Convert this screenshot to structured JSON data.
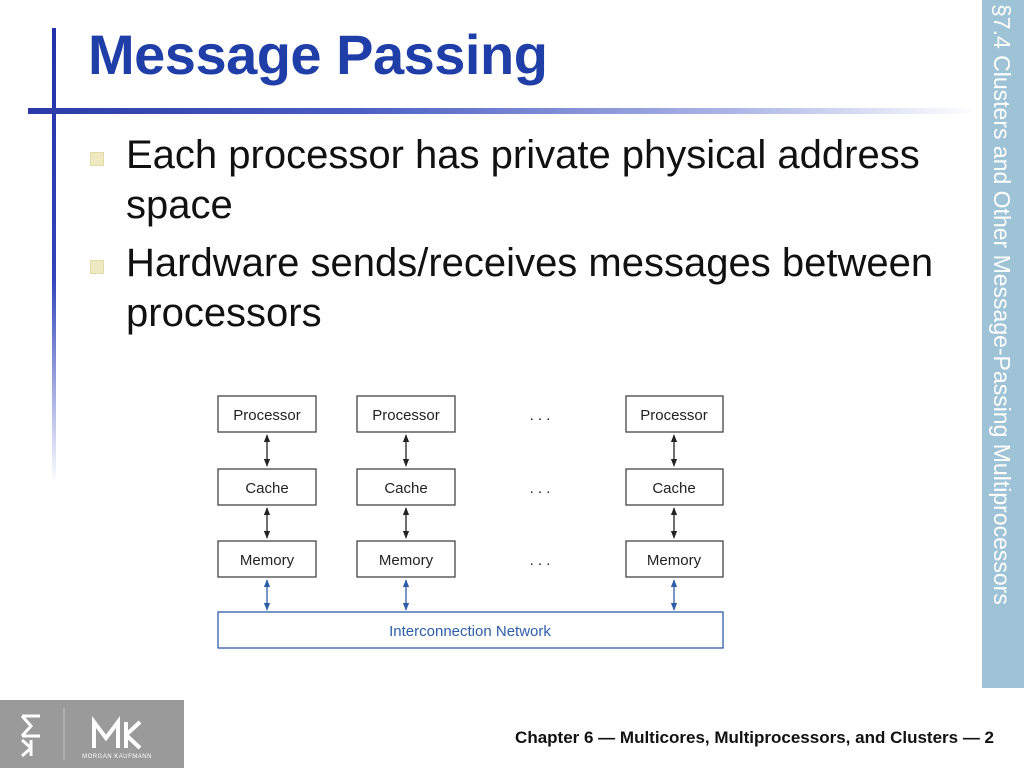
{
  "slide": {
    "title": "Message Passing",
    "side_caption": "§7.4 Clusters and Other Message-Passing Multiprocessors",
    "bullets": [
      "Each processor has private physical address space",
      "Hardware sends/receives messages between processors"
    ],
    "footer": "Chapter 6 — Multicores, Multiprocessors, and Clusters — 2"
  },
  "diagram": {
    "processor_label": "Processor",
    "cache_label": "Cache",
    "memory_label": "Memory",
    "ellipsis": ". . .",
    "network_label": "Interconnection Network",
    "colors": {
      "box_border": "#444444",
      "network": "#2e5ea8",
      "arrow": "#222222"
    }
  },
  "logo": {
    "text": "MK",
    "subtitle": "MORGAN KAUFMANN"
  }
}
